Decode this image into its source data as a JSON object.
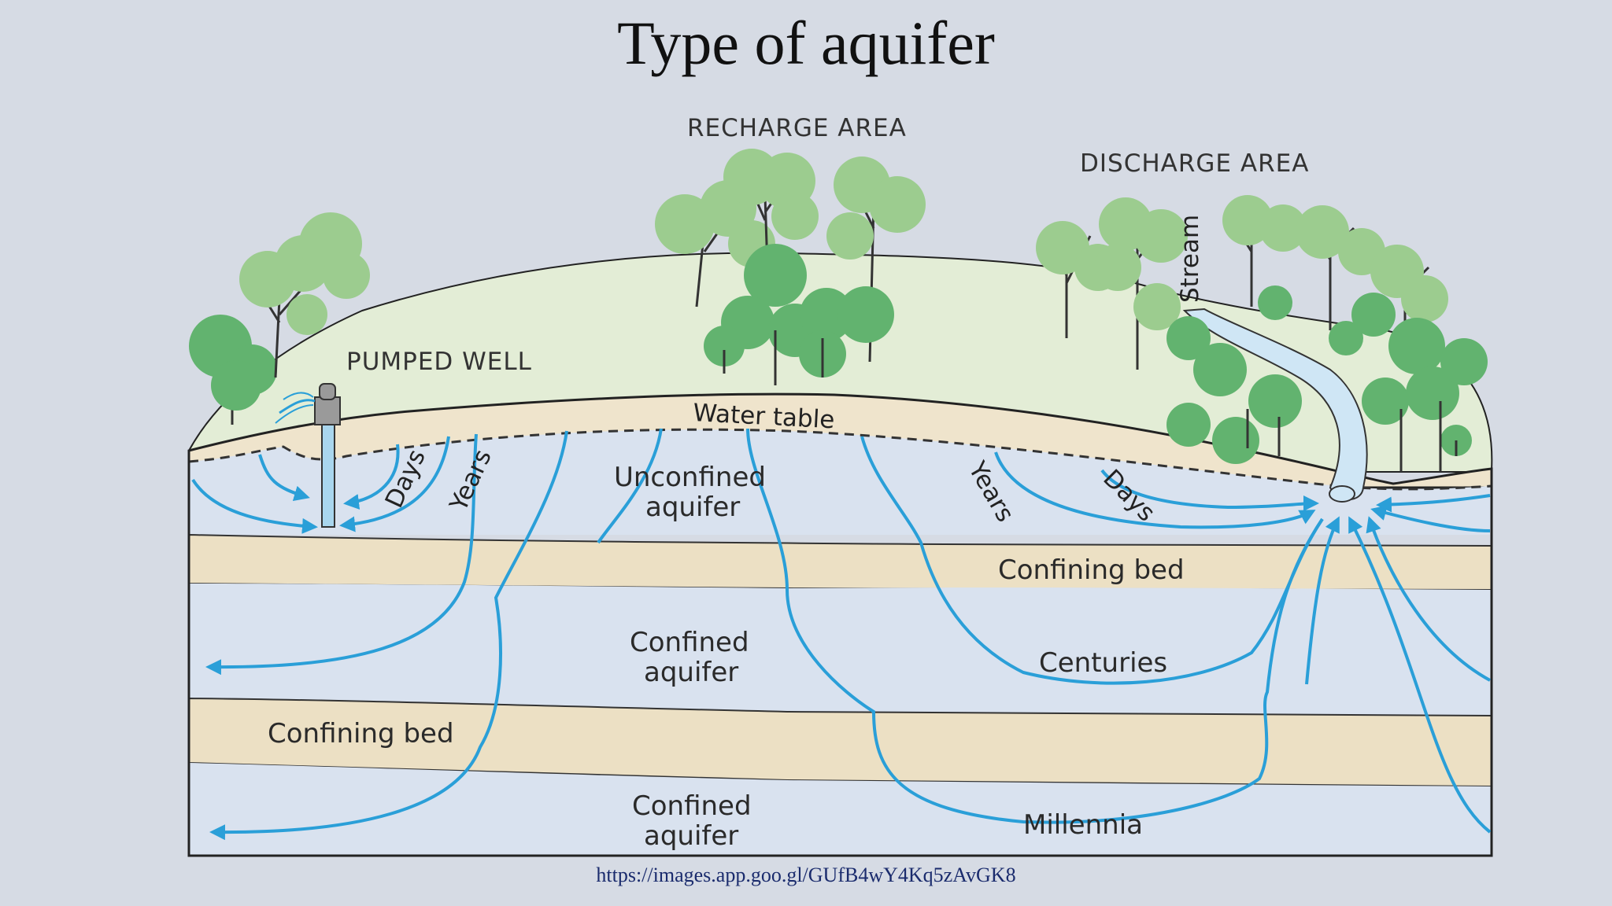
{
  "title": "Type of aquifer",
  "source_url": "https://images.app.goo.gl/GUfB4wY4Kq5zAvGK8",
  "diagram": {
    "labels": {
      "recharge_area": "RECHARGE AREA",
      "discharge_area": "DISCHARGE AREA",
      "pumped_well": "PUMPED WELL",
      "water_table": "Water table",
      "stream": "Stream",
      "unconfined_1": "Unconfined",
      "unconfined_2": "aquifer",
      "confined_upper_1": "Confined",
      "confined_upper_2": "aquifer",
      "confined_lower_1": "Confined",
      "confined_lower_2": "aquifer",
      "confining_bed_upper": "Confining bed",
      "confining_bed_lower": "Confining bed",
      "days_left": "Days",
      "years_left": "Years",
      "years_right": "Years",
      "days_right": "Days",
      "centuries": "Centuries",
      "millennia": "Millennia"
    },
    "colors": {
      "surface": "#e3edd6",
      "sand": "#efe4cc",
      "aquifer": "#d9e2ef",
      "confining_bed": "#ece0c4",
      "flow_line": "#2a9fd8",
      "stream": "#cfe6f5",
      "tree_light": "#9ccc8f",
      "tree_dark": "#62b36f"
    }
  }
}
